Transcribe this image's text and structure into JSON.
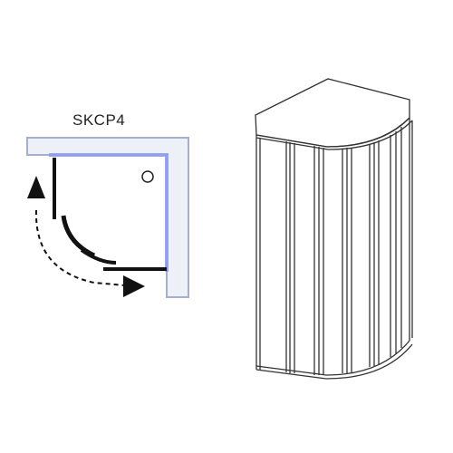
{
  "model_code": "SKCP4",
  "plan_view": {
    "wall_color": "#c9d0e8",
    "glass_tint": "#8f9cf0",
    "door_color": "#111111",
    "arrow": "dashed-curved-double-arrow",
    "drain": "drain-circle"
  },
  "enclosure_view": {
    "line_color": "#333333",
    "panel_count": 4
  }
}
